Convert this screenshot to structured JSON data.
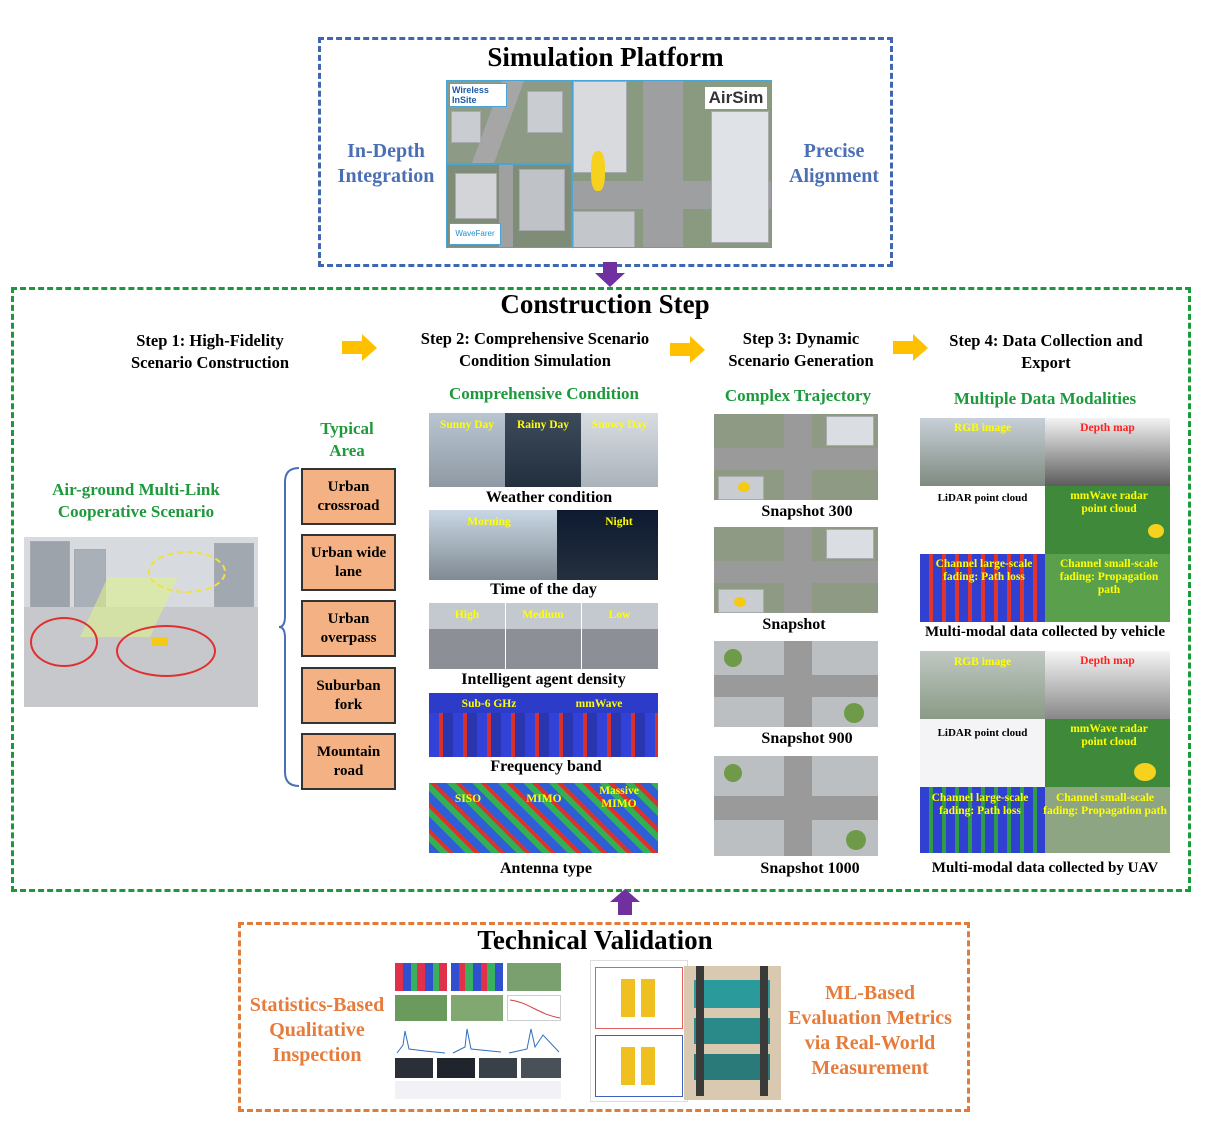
{
  "platform": {
    "title": "Simulation Platform",
    "left_label": "In-Depth Integration",
    "right_label": "Precise Alignment",
    "logo_wireless": "Wireless InSite",
    "logo_airsim": "AirSim",
    "logo_wavefarer": "WaveFarer"
  },
  "construction": {
    "title": "Construction Step",
    "steps": [
      "Step 1: High-Fidelity Scenario Construction",
      "Step 2: Comprehensive Scenario Condition Simulation",
      "Step 3: Dynamic Scenario Generation",
      "Step 4: Data Collection and Export"
    ],
    "scenario_label": "Air-ground Multi-Link Cooperative Scenario",
    "typical_area_label": "Typical Area",
    "areas": [
      "Urban crossroad",
      "Urban wide lane",
      "Urban overpass",
      "Suburban fork",
      "Mountain road"
    ],
    "condition_heading": "Comprehensive Condition",
    "conditions": {
      "weather": {
        "caption": "Weather condition",
        "labels": [
          "Sunny Day",
          "Rainy Day",
          "Snowy Day"
        ]
      },
      "time": {
        "caption": "Time of the day",
        "labels": [
          "Morning",
          "Night"
        ]
      },
      "density": {
        "caption": "Intelligent agent density",
        "labels": [
          "High",
          "Medium",
          "Low"
        ]
      },
      "frequency": {
        "caption": "Frequency band",
        "labels": [
          "Sub-6 GHz",
          "mmWave"
        ]
      },
      "antenna": {
        "caption": "Antenna type",
        "labels": [
          "SISO",
          "MIMO",
          "Massive MIMO"
        ]
      }
    },
    "trajectory_heading": "Complex Trajectory",
    "snapshots": [
      "Snapshot 300",
      "Snapshot",
      "Snapshot 900",
      "Snapshot 1000"
    ],
    "modalities_heading": "Multiple Data Modalities",
    "vehicle_caption": "Multi-modal data collected by vehicle",
    "uav_caption": "Multi-modal data collected by UAV",
    "modality_labels": {
      "rgb": "RGB image",
      "depth": "Depth map",
      "lidar": "LiDAR point cloud",
      "radar": "mmWave radar point cloud",
      "large_scale": "Channel large-scale fading: Path loss",
      "small_scale": "Channel small-scale fading: Propagation path"
    }
  },
  "validation": {
    "title": "Technical Validation",
    "left_label": "Statistics-Based Qualitative Inspection",
    "right_label": "ML-Based Evaluation Metrics via Real-World Measurement"
  },
  "colors": {
    "platform_border": "#3f66b0",
    "construction_border": "#1a9a3a",
    "validation_border": "#e07b39",
    "arrow_purple": "#7030a0",
    "arrow_orange": "#ffc000",
    "area_fill": "#f4b183"
  }
}
